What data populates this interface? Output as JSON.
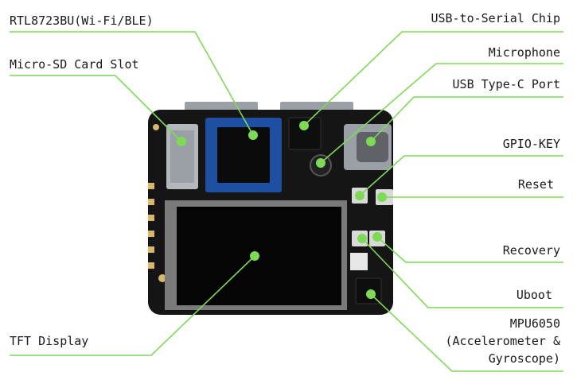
{
  "colors": {
    "leader": "#7ed957",
    "pcb": "#151515",
    "screen": "#050505",
    "gold": "#d8b869",
    "wifi_module": "#1f4fa0"
  },
  "labels": {
    "rtl8723bu": "RTL8723BU(Wi-Fi/BLE)",
    "micro_sd": "Micro-SD Card Slot",
    "tft_display": "TFT Display",
    "usb_serial": "USB-to-Serial Chip",
    "microphone": "Microphone",
    "usb_typec": "USB Type-C Port",
    "gpio_key": "GPIO-KEY",
    "reset": "Reset",
    "recovery": "Recovery",
    "uboot": "Uboot",
    "mpu6050_line1": "MPU6050",
    "mpu6050_line2": "(Accelerometer &",
    "mpu6050_line3": "Gyroscope)"
  }
}
